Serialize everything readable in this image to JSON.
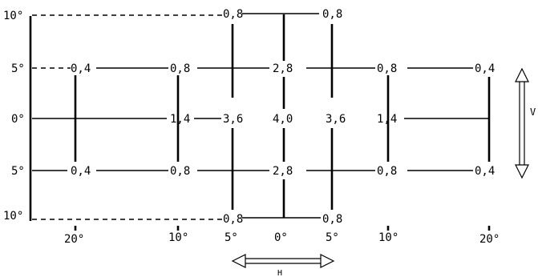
{
  "vertical_axis": {
    "labels": [
      "10°",
      "5°",
      "0°",
      "5°",
      "10°"
    ],
    "arrow_label": "V"
  },
  "horizontal_axis": {
    "labels": [
      "20°",
      "10°",
      "5°",
      "0°",
      "5°",
      "10°",
      "20°"
    ],
    "arrow_label": "H"
  },
  "values": {
    "top_left": "0,8",
    "top_right": "0,8",
    "r5_1": "0,4",
    "r5_2": "0,8",
    "r5_3": "2,8",
    "r5_4": "0,8",
    "r5_5": "0,4",
    "r0_1": "1,4",
    "r0_2": "3,6",
    "r0_3": "4,0",
    "r0_4": "3,6",
    "r0_5": "1,4",
    "rm5_1": "0,4",
    "rm5_2": "0,8",
    "rm5_3": "2,8",
    "rm5_4": "0,8",
    "rm5_5": "0,4",
    "bottom_left": "0,8",
    "bottom_right": "0,8"
  }
}
